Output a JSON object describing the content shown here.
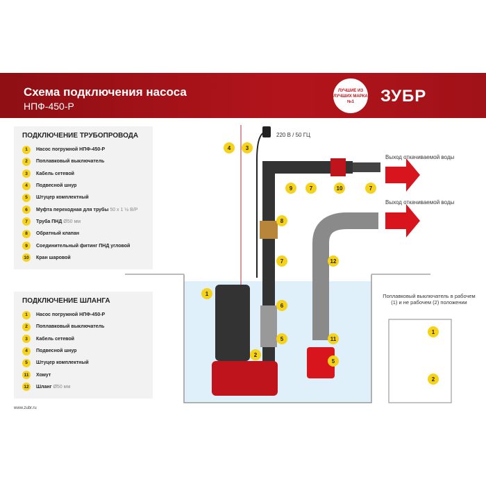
{
  "header": {
    "title": "Схема подключения насоса",
    "model": "НПФ-450-Р",
    "badge": "ЛУЧШИЕ ИЗ ЛУЧШИХ МАРКА №1",
    "logo": "ЗУБР"
  },
  "pipe_panel": {
    "heading": "ПОДКЛЮЧЕНИЕ ТРУБОПРОВОДА",
    "items": [
      {
        "n": "1",
        "label": "Насос погружной НПФ-450-Р",
        "extra": ""
      },
      {
        "n": "2",
        "label": "Поплавковый выключатель",
        "extra": ""
      },
      {
        "n": "3",
        "label": "Кабель сетевой",
        "extra": ""
      },
      {
        "n": "4",
        "label": "Подвесной шнур",
        "extra": ""
      },
      {
        "n": "5",
        "label": "Штуцер комплектный",
        "extra": ""
      },
      {
        "n": "6",
        "label": "Муфта переходная для трубы",
        "extra": "50 x 1 ½ В/Р"
      },
      {
        "n": "7",
        "label": "Труба ПНД",
        "extra": "Ø50 мм"
      },
      {
        "n": "8",
        "label": "Обратный клапан",
        "extra": ""
      },
      {
        "n": "9",
        "label": "Соединительный фитинг ПНД угловой",
        "extra": ""
      },
      {
        "n": "10",
        "label": "Кран шаровой",
        "extra": ""
      }
    ]
  },
  "hose_panel": {
    "heading": "ПОДКЛЮЧЕНИЕ ШЛАНГА",
    "items": [
      {
        "n": "1",
        "label": "Насос погружной НПФ-450-Р",
        "extra": ""
      },
      {
        "n": "2",
        "label": "Поплавковый выключатель",
        "extra": ""
      },
      {
        "n": "3",
        "label": "Кабель сетевой",
        "extra": ""
      },
      {
        "n": "4",
        "label": "Подвесной шнур",
        "extra": ""
      },
      {
        "n": "5",
        "label": "Штуцер комплектный",
        "extra": ""
      },
      {
        "n": "11",
        "label": "Хомут",
        "extra": ""
      },
      {
        "n": "12",
        "label": "Шланг",
        "extra": "Ø50 мм"
      }
    ]
  },
  "diagram": {
    "power": "220 В / 50 ГЦ",
    "outlet1": "Выход откачиваемой воды",
    "outlet2": "Выход откачиваемой воды",
    "float_note": "Поплавковый выключатель в рабочем (1) и не рабочем (2) положении",
    "callouts": [
      "4",
      "3",
      "9",
      "7",
      "10",
      "7",
      "8",
      "7",
      "12",
      "1",
      "6",
      "5",
      "2",
      "11",
      "5",
      "1",
      "2"
    ]
  },
  "footer": {
    "site": "www.zubr.ru"
  },
  "colors": {
    "brand_red": "#b3141b",
    "badge_yellow": "#f6d21a",
    "water": "#dff0fa"
  }
}
